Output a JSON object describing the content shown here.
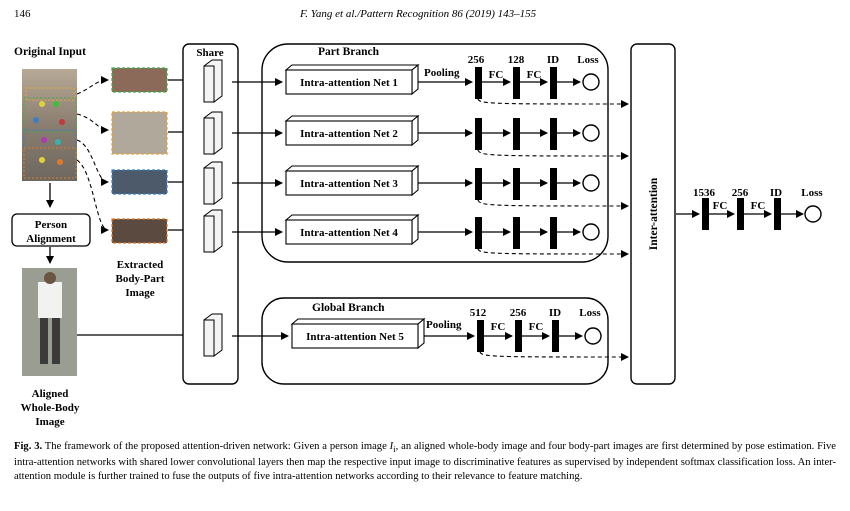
{
  "header": {
    "page_number": "146",
    "running_title": "F. Yang et al./Pattern Recognition 86 (2019) 143–155"
  },
  "figure": {
    "original_input": "Original Input",
    "person_alignment_1": "Person",
    "person_alignment_2": "Alignment",
    "aligned_1": "Aligned",
    "aligned_2": "Whole-Body",
    "aligned_3": "Image",
    "extracted_1": "Extracted",
    "extracted_2": "Body-Part",
    "extracted_3": "Image",
    "share": "Share",
    "part_branch": "Part Branch",
    "global_branch": "Global Branch",
    "net1": "Intra-attention Net 1",
    "net2": "Intra-attention Net 2",
    "net3": "Intra-attention Net 3",
    "net4": "Intra-attention Net 4",
    "net5": "Intra-attention Net 5",
    "pooling_part": "Pooling",
    "pooling_global": "Pooling",
    "part_dim1": "256",
    "part_dim2": "128",
    "part_id": "ID",
    "part_loss": "Loss",
    "part_fc1": "FC",
    "part_fc2": "FC",
    "global_dim1": "512",
    "global_dim2": "256",
    "global_id": "ID",
    "global_loss": "Loss",
    "global_fc1": "FC",
    "global_fc2": "FC",
    "inter_attention": "Inter-attention",
    "final_dim1": "1536",
    "final_dim2": "256",
    "final_id": "ID",
    "final_loss": "Loss",
    "final_fc1": "FC",
    "final_fc2": "FC"
  },
  "caption": {
    "label": "Fig. 3.",
    "text_a": " The framework of the proposed attention-driven network: Given a person image ",
    "symbol": "I",
    "subscript": "i",
    "text_b": ", an aligned whole-body image and four body-part images are first determined by pose estimation. Five intra-attention networks with shared lower convolutional layers then map the respective input image to discriminative features as supervised by independent softmax classification loss. An inter-attention module is further trained to fuse the outputs of five intra-attention networks according to their relevance to feature matching."
  },
  "colors": {
    "part_frame_1": "#3fae49",
    "part_frame_2": "#e8a33a",
    "part_frame_3": "#3a7fc4",
    "part_frame_4": "#e07a2a"
  }
}
